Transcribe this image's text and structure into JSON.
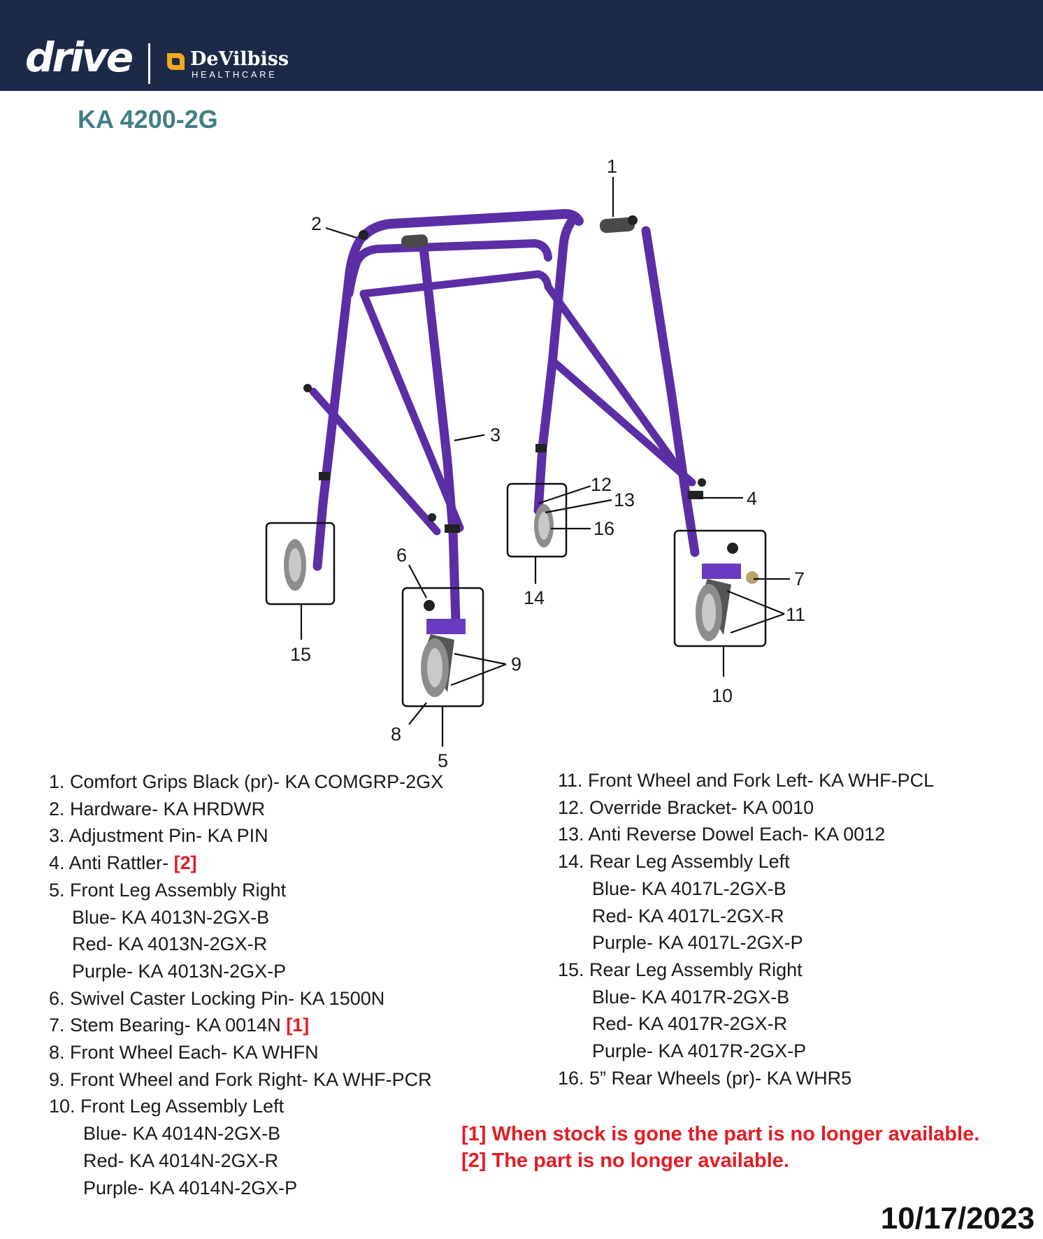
{
  "header": {
    "brand": "drive",
    "partner": "DeVilbiss",
    "partner_sub": "HEALTHCARE",
    "background_color": "#1c2a48",
    "partner_mark_color": "#f3a81d"
  },
  "title": "KA 4200-2G",
  "diagram": {
    "frame_color": "#5b2ea6",
    "callouts": [
      "1",
      "2",
      "3",
      "4",
      "5",
      "6",
      "7",
      "8",
      "9",
      "10",
      "11",
      "12",
      "13",
      "14",
      "15",
      "16"
    ]
  },
  "parts_left": [
    {
      "text": "1. Comfort Grips Black (pr)- KA COMGRP-2GX"
    },
    {
      "text": "2. Hardware- KA HRDWR"
    },
    {
      "text": "3. Adjustment Pin- KA PIN"
    },
    {
      "text": "4. Anti Rattler- ",
      "flag": "[2]"
    },
    {
      "text": "5. Front Leg Assembly Right"
    },
    {
      "text": "Blue- KA 4013N-2GX-B",
      "indent": 1
    },
    {
      "text": "Red- KA 4013N-2GX-R",
      "indent": 1
    },
    {
      "text": "Purple- KA 4013N-2GX-P",
      "indent": 1
    },
    {
      "text": "6. Swivel Caster Locking Pin- KA 1500N"
    },
    {
      "text": "7. Stem Bearing- KA 0014N ",
      "flag": "[1]"
    },
    {
      "text": "8. Front Wheel Each- KA WHFN"
    },
    {
      "text": "9. Front Wheel and Fork Right- KA WHF-PCR"
    },
    {
      "text": "10. Front Leg Assembly Left"
    },
    {
      "text": "Blue- KA 4014N-2GX-B",
      "indent": 2
    },
    {
      "text": "Red- KA 4014N-2GX-R",
      "indent": 2
    },
    {
      "text": "Purple- KA 4014N-2GX-P",
      "indent": 2
    }
  ],
  "parts_right": [
    {
      "text": "11. Front Wheel and Fork Left- KA WHF-PCL"
    },
    {
      "text": "12. Override Bracket- KA 0010"
    },
    {
      "text": "13. Anti Reverse Dowel Each- KA 0012"
    },
    {
      "text": "14. Rear Leg Assembly Left"
    },
    {
      "text": "Blue- KA 4017L-2GX-B",
      "indent": 2
    },
    {
      "text": "Red- KA 4017L-2GX-R",
      "indent": 2
    },
    {
      "text": "Purple- KA 4017L-2GX-P",
      "indent": 2
    },
    {
      "text": "15. Rear Leg Assembly Right"
    },
    {
      "text": "Blue- KA 4017R-2GX-B",
      "indent": 2
    },
    {
      "text": "Red- KA 4017R-2GX-R",
      "indent": 2
    },
    {
      "text": "Purple- KA 4017R-2GX-P",
      "indent": 2
    },
    {
      "text": "16. 5” Rear Wheels (pr)- KA WHR5"
    }
  ],
  "notes": [
    "[1] When stock is gone the part is no longer available.",
    "[2] The part is no longer available."
  ],
  "date": "10/17/2023"
}
